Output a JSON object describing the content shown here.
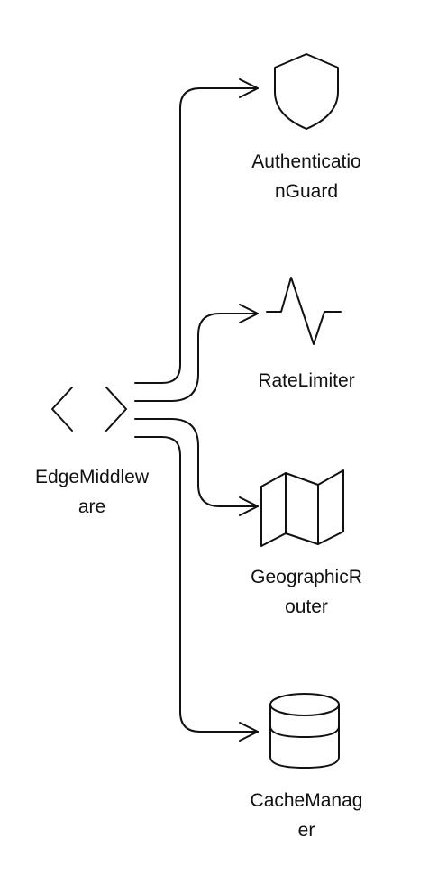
{
  "nodes": {
    "source": {
      "label_line1": "EdgeMiddlew",
      "label_line2": "are",
      "icon": "code-brackets-icon"
    },
    "auth": {
      "label_line1": "Authenticatio",
      "label_line2": "nGuard",
      "icon": "shield-icon"
    },
    "rate": {
      "label_line1": "RateLimiter",
      "icon": "pulse-icon"
    },
    "geo": {
      "label_line1": "GeographicR",
      "label_line2": "outer",
      "icon": "map-icon"
    },
    "cache": {
      "label_line1": "CacheManag",
      "label_line2": "er",
      "icon": "database-icon"
    }
  },
  "edges": [
    {
      "from": "source",
      "to": "auth"
    },
    {
      "from": "source",
      "to": "rate"
    },
    {
      "from": "source",
      "to": "geo"
    },
    {
      "from": "source",
      "to": "cache"
    }
  ],
  "colors": {
    "stroke": "#111111",
    "background": "#ffffff"
  }
}
